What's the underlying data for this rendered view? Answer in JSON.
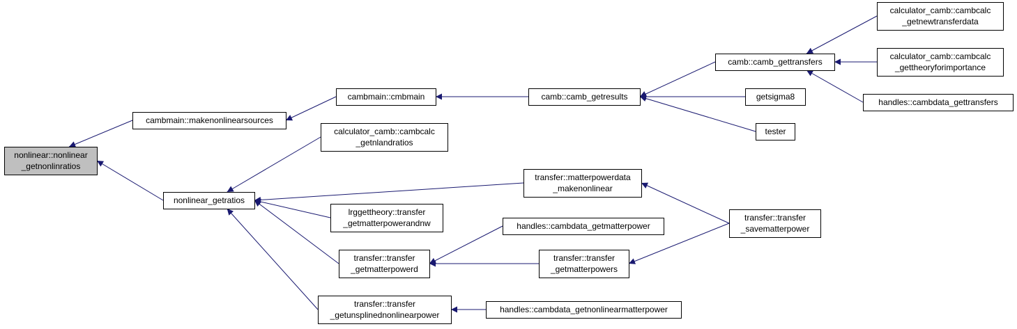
{
  "colors": {
    "edge": "#191970",
    "node_border": "#000000",
    "node_fill": "#ffffff",
    "root_fill": "#bfbfbf"
  },
  "nodes": [
    {
      "id": "root",
      "lines": [
        "nonlinear::nonlinear",
        "_getnonlinratios"
      ],
      "root": true
    },
    {
      "id": "makenonlinearsources",
      "lines": [
        "cambmain::makenonlinearsources"
      ]
    },
    {
      "id": "getratios",
      "lines": [
        "nonlinear_getratios"
      ]
    },
    {
      "id": "cmbmain",
      "lines": [
        "cambmain::cmbmain"
      ]
    },
    {
      "id": "getresults",
      "lines": [
        "camb::camb_getresults"
      ]
    },
    {
      "id": "gettransfers",
      "lines": [
        "camb::camb_gettransfers"
      ]
    },
    {
      "id": "getsigma8",
      "lines": [
        "getsigma8"
      ]
    },
    {
      "id": "tester",
      "lines": [
        "tester"
      ]
    },
    {
      "id": "getnewtransferdata",
      "lines": [
        "calculator_camb::cambcalc",
        "_getnewtransferdata"
      ]
    },
    {
      "id": "gettheoryforimportance",
      "lines": [
        "calculator_camb::cambcalc",
        "_gettheoryforimportance"
      ]
    },
    {
      "id": "cambdata_gettransfers",
      "lines": [
        "handles::cambdata_gettransfers"
      ]
    },
    {
      "id": "getnlandratios",
      "lines": [
        "calculator_camb::cambcalc",
        "_getnlandratios"
      ]
    },
    {
      "id": "makenonlinear",
      "lines": [
        "transfer::matterpowerdata",
        "_makenonlinear"
      ]
    },
    {
      "id": "lrggettheory",
      "lines": [
        "lrggettheory::transfer",
        "_getmatterpowerandnw"
      ]
    },
    {
      "id": "getmatterpowerd",
      "lines": [
        "transfer::transfer",
        "_getmatterpowerd"
      ]
    },
    {
      "id": "getunsplined",
      "lines": [
        "transfer::transfer",
        "_getunsplinednonlinearpower"
      ]
    },
    {
      "id": "savematterpower",
      "lines": [
        "transfer::transfer",
        "_savematterpower"
      ]
    },
    {
      "id": "cambdata_getmatterpower",
      "lines": [
        "handles::cambdata_getmatterpower"
      ]
    },
    {
      "id": "getmatterpowers",
      "lines": [
        "transfer::transfer",
        "_getmatterpowers"
      ]
    },
    {
      "id": "cambdata_getnonlinearmatterpower",
      "lines": [
        "handles::cambdata_getnonlinearmatterpower"
      ]
    }
  ],
  "edges": [
    {
      "from": "makenonlinearsources",
      "to": "root"
    },
    {
      "from": "getratios",
      "to": "root"
    },
    {
      "from": "cmbmain",
      "to": "makenonlinearsources"
    },
    {
      "from": "getresults",
      "to": "cmbmain"
    },
    {
      "from": "gettransfers",
      "to": "getresults"
    },
    {
      "from": "getsigma8",
      "to": "getresults"
    },
    {
      "from": "tester",
      "to": "getresults"
    },
    {
      "from": "getnewtransferdata",
      "to": "gettransfers"
    },
    {
      "from": "gettheoryforimportance",
      "to": "gettransfers"
    },
    {
      "from": "cambdata_gettransfers",
      "to": "gettransfers"
    },
    {
      "from": "getnlandratios",
      "to": "getratios"
    },
    {
      "from": "makenonlinear",
      "to": "getratios"
    },
    {
      "from": "lrggettheory",
      "to": "getratios"
    },
    {
      "from": "getmatterpowerd",
      "to": "getratios"
    },
    {
      "from": "getunsplined",
      "to": "getratios"
    },
    {
      "from": "savematterpower",
      "to": "makenonlinear"
    },
    {
      "from": "cambdata_getmatterpower",
      "to": "getmatterpowerd"
    },
    {
      "from": "getmatterpowers",
      "to": "getmatterpowerd"
    },
    {
      "from": "savematterpower",
      "to": "getmatterpowers"
    },
    {
      "from": "cambdata_getnonlinearmatterpower",
      "to": "getunsplined"
    }
  ]
}
